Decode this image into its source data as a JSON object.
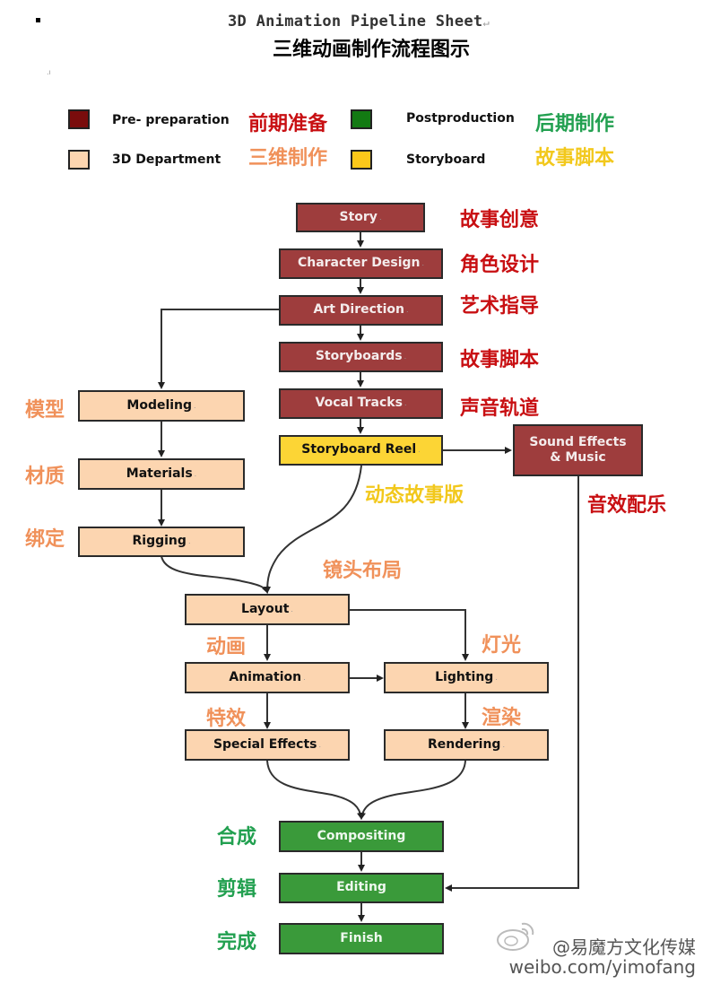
{
  "header": {
    "title_en": "3D Animation Pipeline Sheet",
    "title_en_mark": "↵",
    "title_cn": "三维动画制作流程图示"
  },
  "legend": [
    {
      "label": "Pre- preparation",
      "cn": "前期准备",
      "color": "#7a0c0c",
      "cn_color": "#c80f12"
    },
    {
      "label": "3D Department",
      "cn": "三维制作",
      "color": "#fcd5b0",
      "cn_color": "#f0915a"
    },
    {
      "label": "Postproduction",
      "cn": "后期制作",
      "color": "#137a13",
      "cn_color": "#22a050"
    },
    {
      "label": "Storyboard",
      "cn": "故事脚本",
      "color": "#fcc81a",
      "cn_color": "#f2c81c"
    }
  ],
  "nodes": {
    "story": {
      "label": "Story",
      "cn": "故事创意",
      "category": "pre-preparation"
    },
    "character_design": {
      "label": "Character Design",
      "cn": "角色设计",
      "category": "pre-preparation"
    },
    "art_direction": {
      "label": "Art Direction",
      "cn": "艺术指导",
      "category": "pre-preparation"
    },
    "storyboards": {
      "label": "Storyboards",
      "cn": "故事脚本",
      "category": "pre-preparation"
    },
    "vocal_tracks": {
      "label": "Vocal Tracks",
      "cn": "声音轨道",
      "category": "pre-preparation"
    },
    "storyboard_reel": {
      "label": "Storyboard Reel",
      "cn": "动态故事版",
      "category": "storyboard"
    },
    "sound_effects": {
      "label_line1": "Sound Effects",
      "label_line2": "& Music",
      "cn": "音效配乐",
      "category": "pre-preparation"
    },
    "modeling": {
      "label": "Modeling",
      "cn": "模型",
      "category": "3d-department"
    },
    "materials": {
      "label": "Materials",
      "cn": "材质",
      "category": "3d-department"
    },
    "rigging": {
      "label": "Rigging",
      "cn": "绑定",
      "category": "3d-department"
    },
    "layout": {
      "label": "Layout",
      "cn": "镜头布局",
      "category": "3d-department"
    },
    "animation": {
      "label": "Animation",
      "cn": "动画",
      "category": "3d-department"
    },
    "lighting": {
      "label": "Lighting",
      "cn": "灯光",
      "category": "3d-department"
    },
    "special_effects": {
      "label": "Special Effects",
      "cn": "特效",
      "category": "3d-department"
    },
    "rendering": {
      "label": "Rendering",
      "cn": "渲染",
      "category": "3d-department"
    },
    "compositing": {
      "label": "Compositing",
      "cn": "合成",
      "category": "postproduction"
    },
    "editing": {
      "label": "Editing",
      "cn": "剪辑",
      "category": "postproduction"
    },
    "finish": {
      "label": "Finish",
      "cn": "完成",
      "category": "postproduction"
    }
  },
  "edges": [
    [
      "story",
      "character_design"
    ],
    [
      "character_design",
      "art_direction"
    ],
    [
      "art_direction",
      "storyboards"
    ],
    [
      "art_direction",
      "modeling"
    ],
    [
      "storyboards",
      "vocal_tracks"
    ],
    [
      "vocal_tracks",
      "storyboard_reel"
    ],
    [
      "storyboard_reel",
      "sound_effects"
    ],
    [
      "storyboard_reel",
      "layout"
    ],
    [
      "modeling",
      "materials"
    ],
    [
      "materials",
      "rigging"
    ],
    [
      "rigging",
      "layout"
    ],
    [
      "layout",
      "animation"
    ],
    [
      "layout",
      "lighting"
    ],
    [
      "animation",
      "lighting"
    ],
    [
      "animation",
      "special_effects"
    ],
    [
      "lighting",
      "rendering"
    ],
    [
      "special_effects",
      "compositing"
    ],
    [
      "rendering",
      "compositing"
    ],
    [
      "compositing",
      "editing"
    ],
    [
      "sound_effects",
      "editing"
    ],
    [
      "editing",
      "finish"
    ]
  ],
  "box_tail_mark": ".",
  "watermark": {
    "handle": "@易魔方文化传媒",
    "url": "weibo.com/yimofang"
  }
}
